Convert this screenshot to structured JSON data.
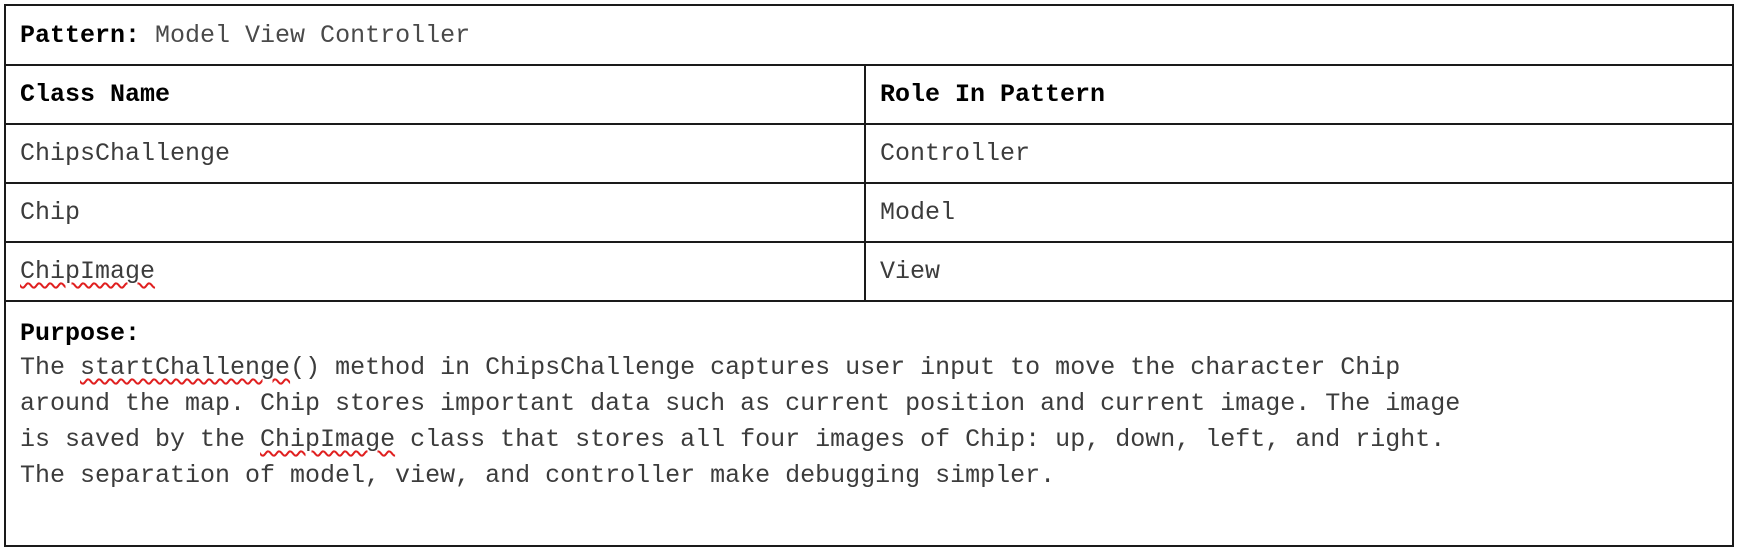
{
  "pattern": {
    "label": "Pattern:",
    "value": " Model View Controller"
  },
  "headers": {
    "class_name": "Class Name",
    "role": "Role In Pattern"
  },
  "rows": [
    {
      "class_name": "ChipsChallenge",
      "role": "Controller"
    },
    {
      "class_name": "Chip",
      "role": "Model"
    },
    {
      "class_name": "ChipImage",
      "role": "View"
    }
  ],
  "purpose": {
    "label": "Purpose:",
    "line1_a": "The ",
    "line1_method": "startChallenge",
    "line1_b": "() method in ChipsChallenge captures user input to move the character Chip",
    "line2": "around the map. Chip stores important data such as current position and current image. The image",
    "line3_a": "is saved by the ",
    "line3_class": "ChipImage",
    "line3_b": " class that stores all four images of Chip: up, down, left, and right.",
    "line4": "The separation of model, view, and controller make debugging simpler."
  }
}
